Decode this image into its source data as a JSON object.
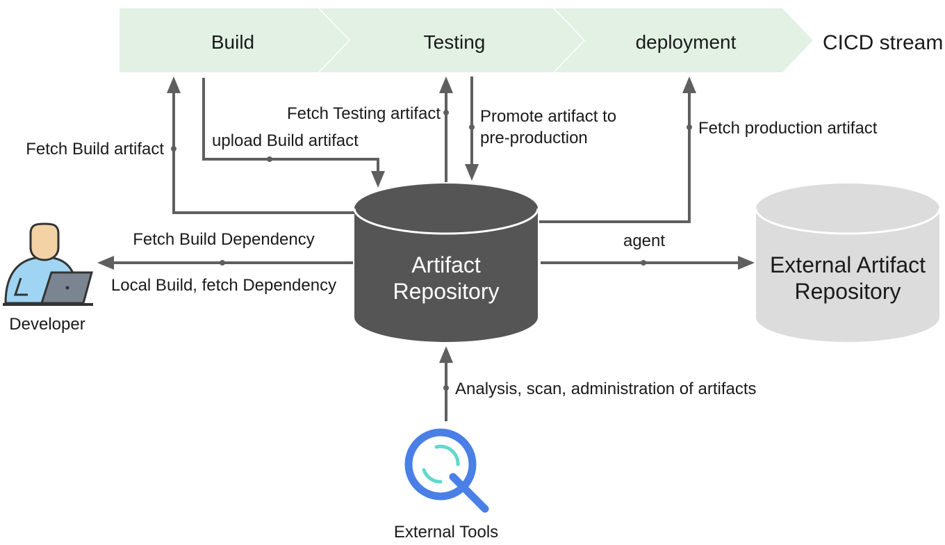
{
  "pipeline": {
    "stages": [
      "Build",
      "Testing",
      "deployment"
    ],
    "stream_label": "CICD stream"
  },
  "nodes": {
    "artifact_repository": [
      "Artifact",
      "Repository"
    ],
    "external_repository": [
      "External Artifact",
      "Repository"
    ],
    "developer": "Developer",
    "external_tools": "External Tools"
  },
  "edges": {
    "fetch_build_artifact": "Fetch Build artifact",
    "upload_build_artifact": "upload Build artifact",
    "fetch_testing_artifact": "Fetch Testing artifact",
    "promote_artifact": [
      "Promote artifact to",
      "pre-production"
    ],
    "fetch_production_artifact": "Fetch production artifact",
    "fetch_build_dependency": "Fetch Build Dependency",
    "local_build": "Local Build, fetch Dependency",
    "agent": "agent",
    "analysis": "Analysis, scan, administration of artifacts"
  },
  "colors": {
    "stage_fill": "#e2f1e4",
    "repo_fill": "#555555",
    "repo_text": "#ffffff",
    "external_fill": "#dcdcdc",
    "line": "#5f5f5f",
    "developer_skin": "#f3d2a6",
    "developer_shirt": "#9fd4f2",
    "laptop": "#7b8591",
    "tool_blue": "#4a7fe6",
    "tool_teal": "#5fd9cd"
  },
  "icons": {
    "developer": "developer-at-laptop-icon",
    "external_tools": "magnifier-icon"
  }
}
